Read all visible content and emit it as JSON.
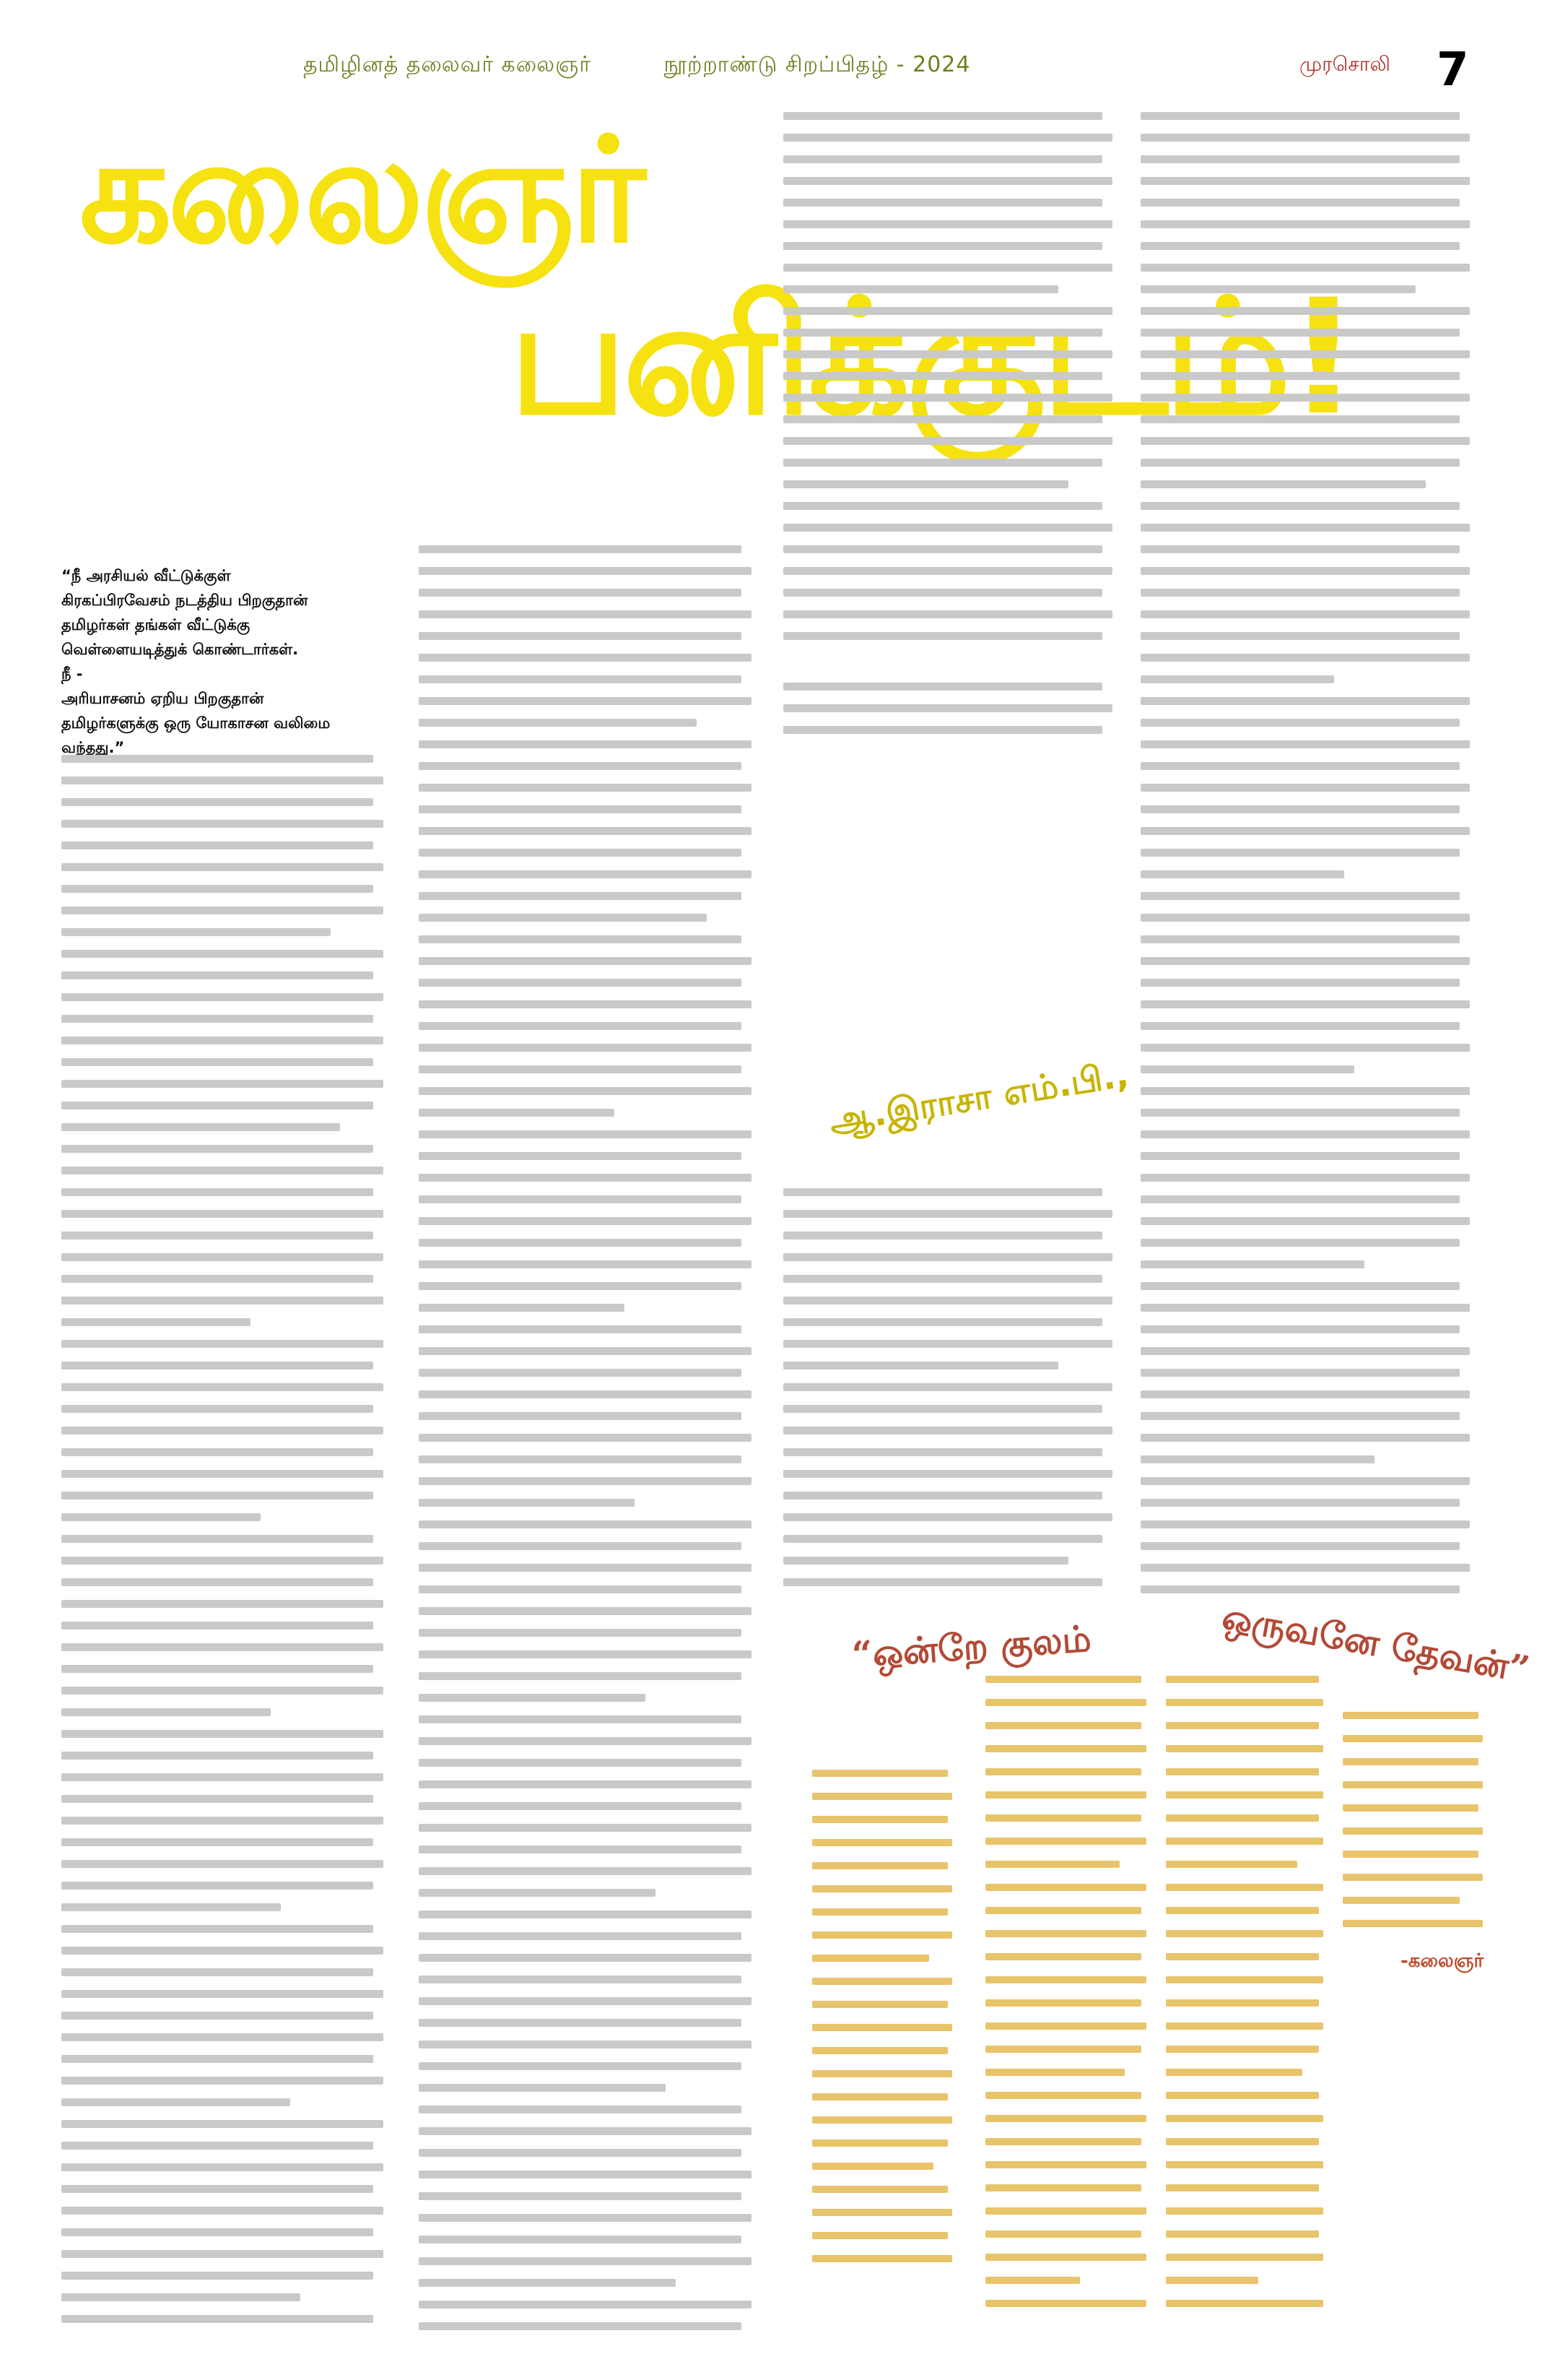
{
  "header": {
    "section_title": "தமிழினத் தலைவர் கலைஞர்",
    "issue_title": "நூற்றாண்டு சிறப்பிதழ் - 2024",
    "paper_name": "முரசொலி",
    "page_number": "7"
  },
  "headline": {
    "line1": "கலைஞர்",
    "line2": "பனிக்குடம்!"
  },
  "intro_quote": "“நீ அரசியல் வீட்டுக்குள்\nகிரகப்பிரவேசம் நடத்திய பிறகுதான்\nதமிழர்கள் தங்கள் வீட்டுக்கு\nவெள்ளையடித்துக் கொண்டார்கள்.\nநீ -\nஅரியாசனம் ஏறிய பிறகுதான்\nதமிழர்களுக்கு ஒரு யோகாசன வலிமை வந்தது.”",
  "byline": "ஆ.இராசா எம்.பி.,",
  "poem": {
    "heading_left": "“ஒன்றே குலம்",
    "heading_right": "ஒருவனே தேவன்”",
    "signature": "-கலைஞர்"
  }
}
